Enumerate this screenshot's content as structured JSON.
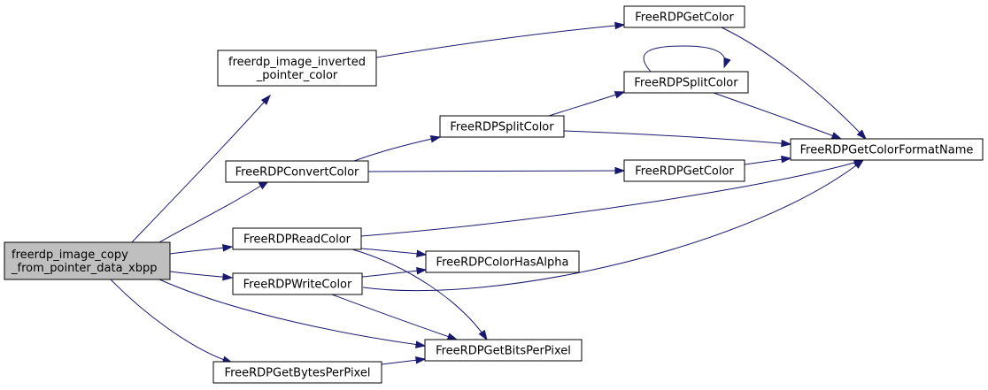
{
  "graph": {
    "nodes": {
      "root": [
        "freerdp_image_copy",
        "_from_pointer_data_xbpp"
      ],
      "inverted": [
        "freerdp_image_inverted",
        "_pointer_color"
      ],
      "getcolor_top": [
        "FreeRDPGetColor"
      ],
      "splitcolor_b": [
        "FreeRDPSplitColor"
      ],
      "splitcolor_a": [
        "FreeRDPSplitColor"
      ],
      "convertcolor": [
        "FreeRDPConvertColor"
      ],
      "getcolor_mid": [
        "FreeRDPGetColor"
      ],
      "formatname": [
        "FreeRDPGetColorFormatName"
      ],
      "readcolor": [
        "FreeRDPReadColor"
      ],
      "hasalpha": [
        "FreeRDPColorHasAlpha"
      ],
      "writecolor": [
        "FreeRDPWriteColor"
      ],
      "bitsperpixel": [
        "FreeRDPGetBitsPerPixel"
      ],
      "bytesperpixel": [
        "FreeRDPGetBytesPerPixel"
      ]
    }
  }
}
